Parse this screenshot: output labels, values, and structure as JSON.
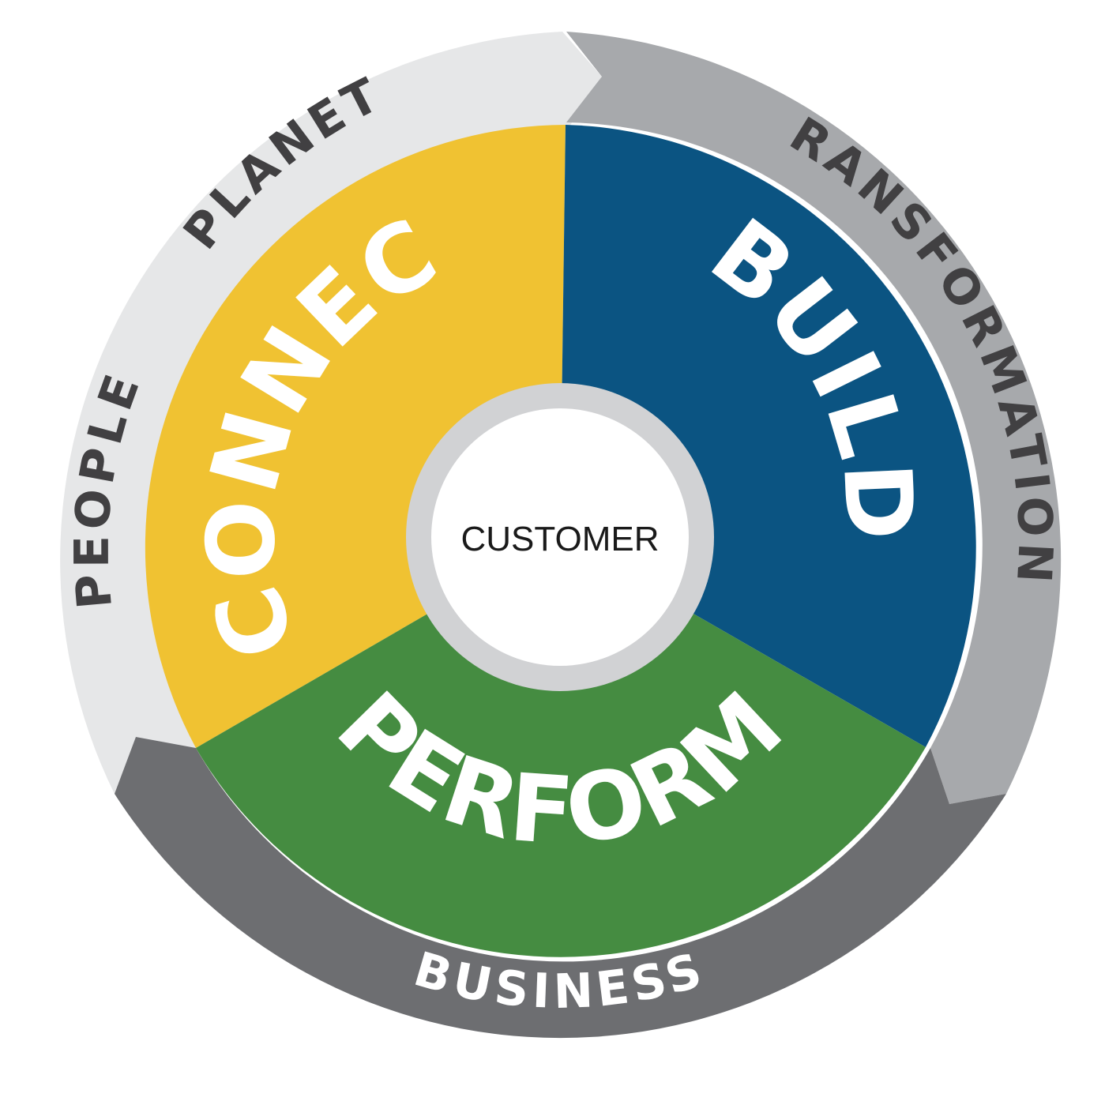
{
  "ring": {
    "people_planet": {
      "labels": [
        "PEOPLE",
        "PLANET"
      ],
      "color": "#e6e7e8",
      "text_color": "#414042"
    },
    "transformation": {
      "label": "TRANSFORMATION",
      "color": "#a7a9ac",
      "text_color": "#414042"
    },
    "business": {
      "label": "BUSINESS",
      "color": "#6d6e71",
      "text_color": "#ffffff"
    }
  },
  "segments": {
    "connect": {
      "label": "CONNECT",
      "color": "#f0c232"
    },
    "build": {
      "label": "BUILD",
      "color": "#0b5482"
    },
    "perform": {
      "label": "PERFORM",
      "color": "#458c41"
    }
  },
  "center": {
    "label": "CUSTOMER",
    "ring_color": "#d1d2d4",
    "fill_color": "#ffffff"
  }
}
